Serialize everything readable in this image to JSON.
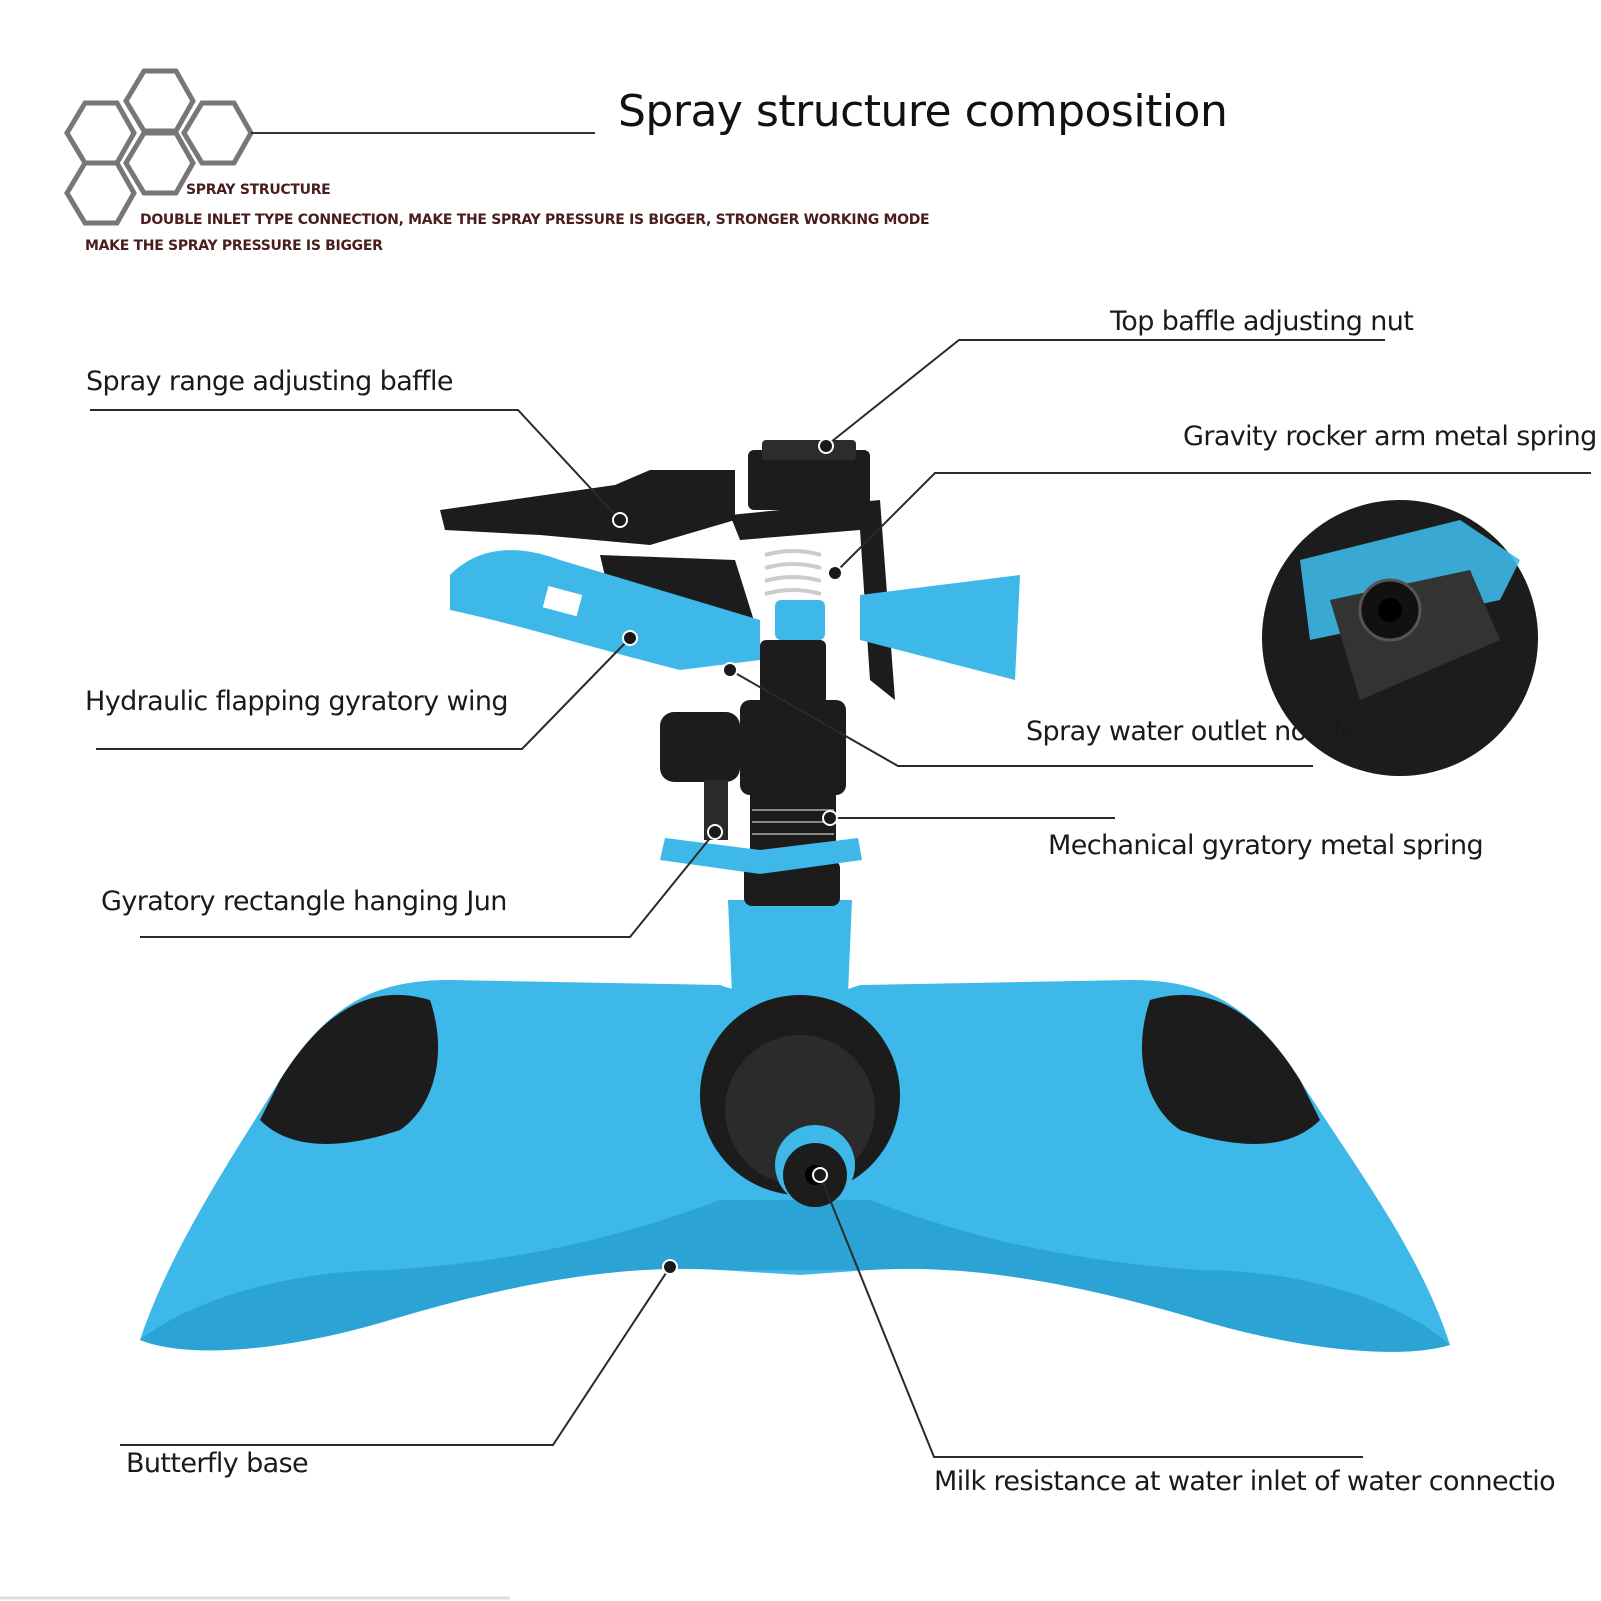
{
  "header": {
    "title": "Spray structure composition",
    "line1": "SPRAY STRUCTURE",
    "line2": "DOUBLE INLET TYPE CONNECTION, MAKE THE SPRAY PRESSURE IS BIGGER, STRONGER WORKING MODE",
    "line3": "MAKE THE SPRAY PRESSURE IS BIGGER"
  },
  "callouts": {
    "top_nut": "Top baffle adjusting nut",
    "range_baffle": "Spray range adjusting baffle",
    "rocker_spring": "Gravity rocker arm metal spring",
    "wing": "Hydraulic flapping gyratory wing",
    "nozzle": "Spray water outlet nozzle",
    "mech_spring": "Mechanical gyratory metal spring",
    "hanging": "Gyratory rectangle hanging Jun",
    "base": "Butterfly base",
    "inlet": "Milk resistance at water inlet of water connectio"
  },
  "colors": {
    "plastic_blue": "#3db8e8",
    "plastic_blue_dark": "#1e93c4",
    "plastic_black": "#1c1c1c",
    "subtitle_text": "#4a1e1e"
  }
}
